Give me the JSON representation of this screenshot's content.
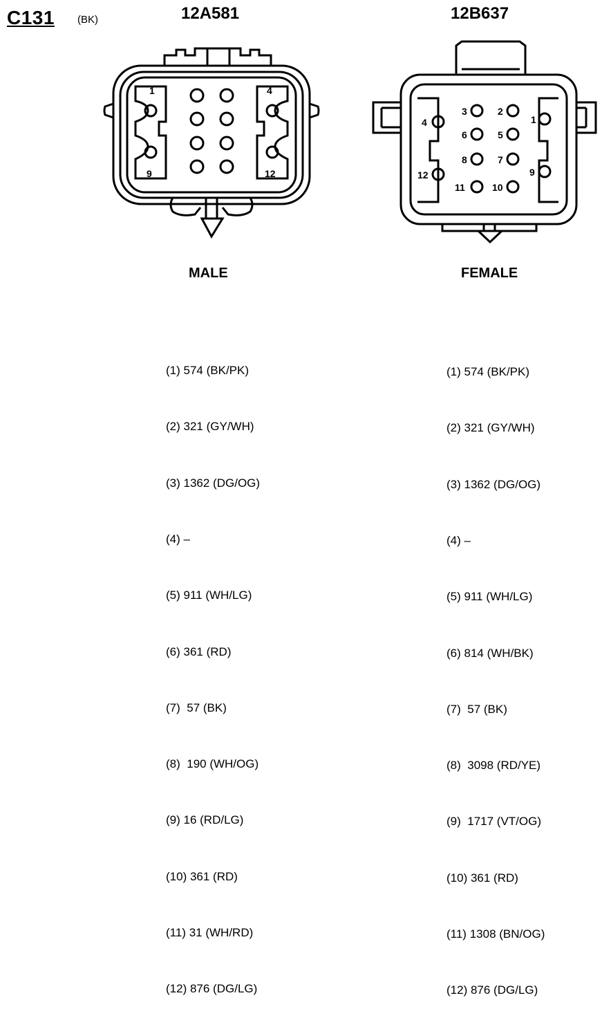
{
  "header": {
    "connector_id": "C131",
    "connector_color": "(BK)"
  },
  "male": {
    "part_number": "12A581",
    "label": "MALE",
    "corner_labels": [
      "1",
      "4",
      "9",
      "12"
    ],
    "pins": [
      {
        "pin": "(1)",
        "circuit": "574 (BK/PK)"
      },
      {
        "pin": "(2)",
        "circuit": "321 (GY/WH)"
      },
      {
        "pin": "(3)",
        "circuit": "1362 (DG/OG)"
      },
      {
        "pin": "(4)",
        "circuit": "–"
      },
      {
        "pin": "(5)",
        "circuit": "911 (WH/LG)"
      },
      {
        "pin": "(6)",
        "circuit": "361 (RD)"
      },
      {
        "pin": "(7)",
        "circuit": " 57 (BK)"
      },
      {
        "pin": "(8)",
        "circuit": " 190 (WH/OG)"
      },
      {
        "pin": "(9)",
        "circuit": "16 (RD/LG)"
      },
      {
        "pin": "(10)",
        "circuit": "361 (RD)"
      },
      {
        "pin": "(11)",
        "circuit": "31 (WH/RD)"
      },
      {
        "pin": "(12)",
        "circuit": "876 (DG/LG)"
      }
    ]
  },
  "female": {
    "part_number": "12B637",
    "label": "FEMALE",
    "cavity_labels": [
      "1",
      "2",
      "3",
      "4",
      "5",
      "6",
      "7",
      "8",
      "9",
      "10",
      "11",
      "12"
    ],
    "pins": [
      {
        "pin": "(1)",
        "circuit": "574 (BK/PK)"
      },
      {
        "pin": "(2)",
        "circuit": "321 (GY/WH)"
      },
      {
        "pin": "(3)",
        "circuit": "1362 (DG/OG)"
      },
      {
        "pin": "(4)",
        "circuit": "–"
      },
      {
        "pin": "(5)",
        "circuit": "911 (WH/LG)"
      },
      {
        "pin": "(6)",
        "circuit": "814 (WH/BK)"
      },
      {
        "pin": "(7)",
        "circuit": " 57 (BK)"
      },
      {
        "pin": "(8)",
        "circuit": " 3098 (RD/YE)"
      },
      {
        "pin": "(9)",
        "circuit": " 1717 (VT/OG)"
      },
      {
        "pin": "(10)",
        "circuit": "361 (RD)"
      },
      {
        "pin": "(11)",
        "circuit": "1308 (BN/OG)"
      },
      {
        "pin": "(12)",
        "circuit": "876 (DG/LG)"
      }
    ]
  }
}
